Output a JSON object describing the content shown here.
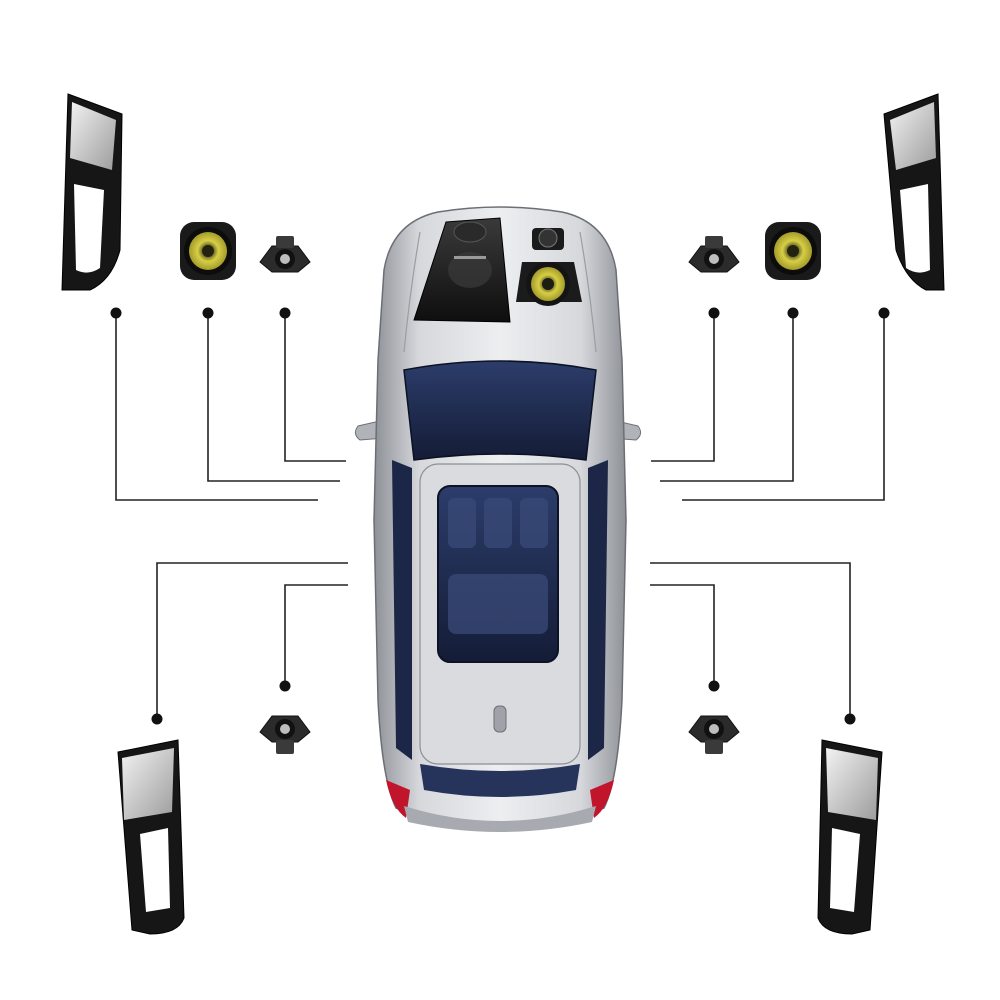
{
  "diagram": {
    "subject": "car-speaker-layout",
    "components": [
      {
        "id": "center-tweeter-grille",
        "kind": "dashboard-center-speaker-cover"
      },
      {
        "id": "center-midrange-speaker",
        "kind": "midrange-speaker-with-tweeter"
      },
      {
        "id": "front-left-door-grille",
        "kind": "door-speaker-grille"
      },
      {
        "id": "front-left-woofer",
        "kind": "woofer"
      },
      {
        "id": "front-left-tweeter",
        "kind": "tweeter"
      },
      {
        "id": "front-right-tweeter",
        "kind": "tweeter"
      },
      {
        "id": "front-right-woofer",
        "kind": "woofer"
      },
      {
        "id": "front-right-door-grille",
        "kind": "door-speaker-grille"
      },
      {
        "id": "rear-left-door-grille",
        "kind": "door-speaker-grille"
      },
      {
        "id": "rear-left-tweeter",
        "kind": "tweeter"
      },
      {
        "id": "rear-right-tweeter",
        "kind": "tweeter"
      },
      {
        "id": "rear-right-door-grille",
        "kind": "door-speaker-grille"
      }
    ]
  },
  "colors": {
    "background": "#ffffff",
    "leader_line": "#222222",
    "car_body": "#b9bcc1",
    "glass": "#1d2b52",
    "speaker_cone": "#c9c23a",
    "speaker_frame": "#1a1a1a",
    "tail_light": "#c0152a"
  }
}
